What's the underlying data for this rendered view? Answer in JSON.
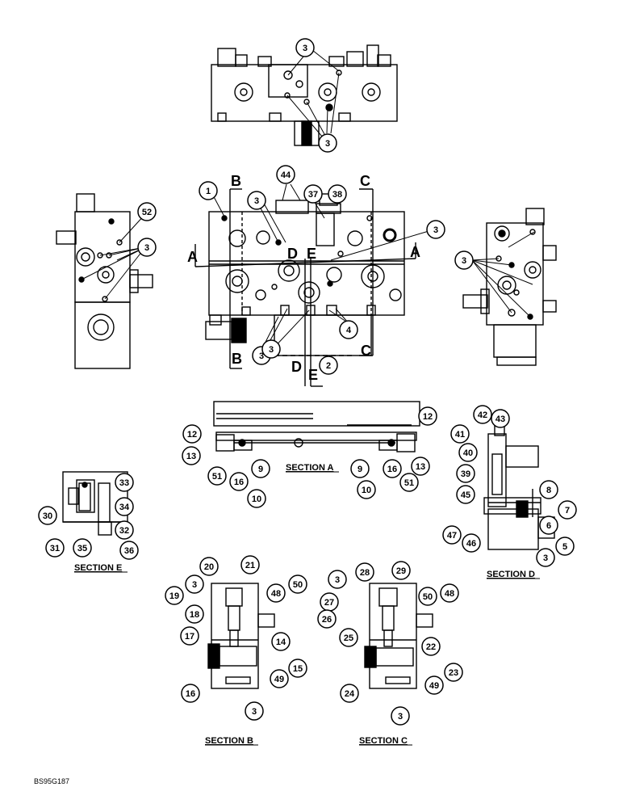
{
  "callouts": {
    "top": [
      "3",
      "3"
    ],
    "front": [
      "1",
      "44",
      "37",
      "38",
      "3",
      "3",
      "3",
      "3",
      "4",
      "2"
    ],
    "left_side": [
      "52",
      "3"
    ],
    "right_side": [
      "3"
    ],
    "section_a": [
      "12",
      "13",
      "51",
      "16",
      "9",
      "10",
      "9",
      "10",
      "16",
      "51",
      "13",
      "12"
    ],
    "section_d": [
      "42",
      "43",
      "41",
      "40",
      "39",
      "45",
      "8",
      "7",
      "6",
      "5",
      "47",
      "46",
      "3"
    ],
    "section_e": [
      "33",
      "34",
      "30",
      "32",
      "31",
      "35",
      "36"
    ],
    "section_b": [
      "20",
      "21",
      "3",
      "19",
      "50",
      "48",
      "18",
      "17",
      "14",
      "15",
      "49",
      "16",
      "3"
    ],
    "section_c": [
      "3",
      "28",
      "29",
      "27",
      "50",
      "48",
      "26",
      "25",
      "22",
      "23",
      "49",
      "24",
      "3"
    ]
  },
  "section_letters": [
    "A",
    "A",
    "B",
    "B",
    "C",
    "C",
    "D",
    "D",
    "E",
    "E"
  ],
  "section_titles": {
    "a": "SECTION A",
    "b": "SECTION B",
    "c": "SECTION C",
    "d": "SECTION D",
    "e": "SECTION E"
  },
  "figure_code": "BS95G187"
}
